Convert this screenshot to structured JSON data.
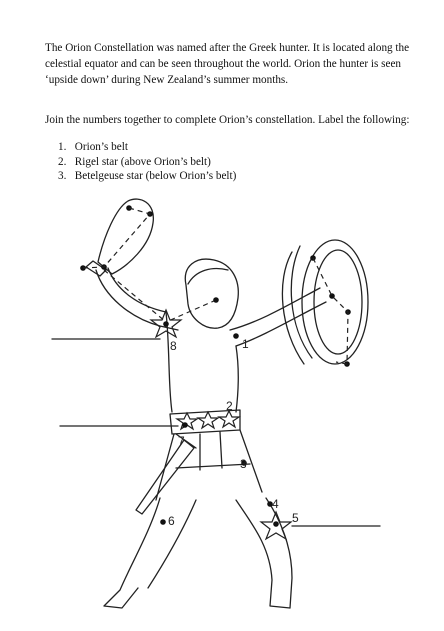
{
  "intro_text": "The Orion Constellation was named after the Greek hunter. It is located along the celestial equator and can be seen throughout the world. Orion the hunter is seen ‘upside down’ during New Zealand’s summer months.",
  "task_text": "Join the numbers together to complete Orion’s constellation. Label the following:",
  "labels": [
    {
      "num": "1.",
      "text": "Orion’s belt"
    },
    {
      "num": "2.",
      "text": "Rigel star (above Orion’s belt)"
    },
    {
      "num": "3.",
      "text": "Betelgeuse star (below Orion’s belt)"
    }
  ],
  "figure_numbers": [
    "1",
    "2",
    "3",
    "4",
    "5",
    "6",
    "7",
    "8"
  ]
}
